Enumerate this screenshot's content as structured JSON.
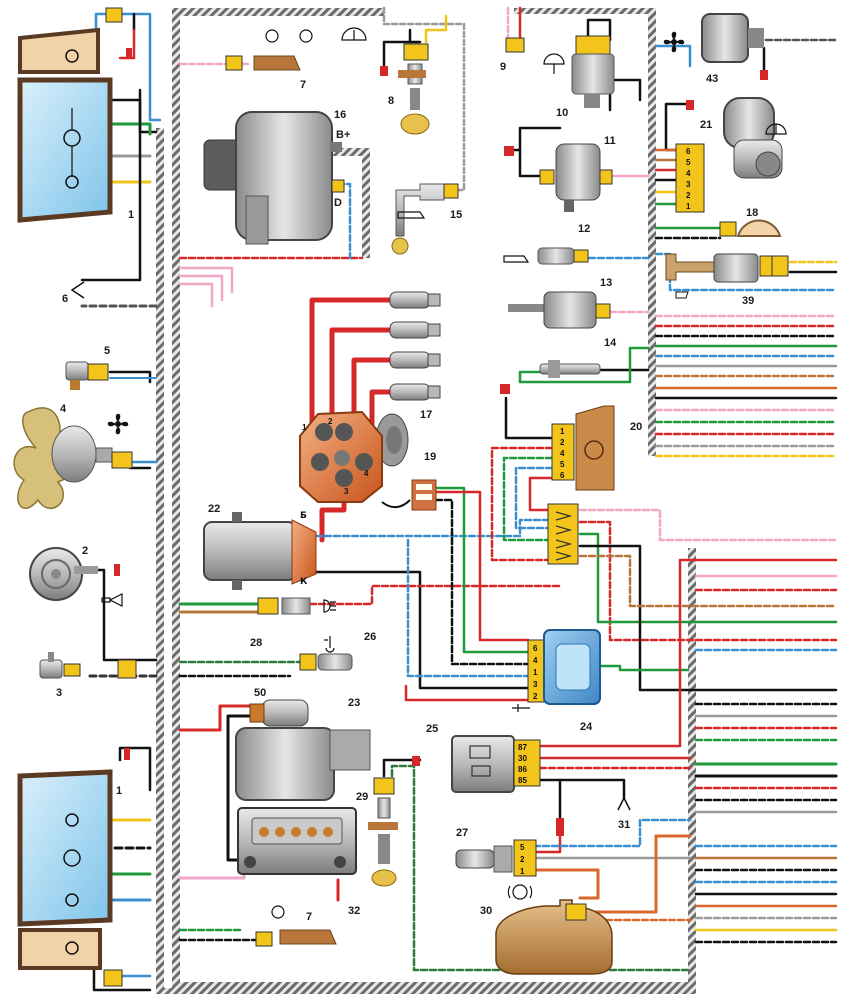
{
  "labels": {
    "n1a": "1",
    "n1b": "1",
    "n2": "2",
    "n3": "3",
    "n4": "4",
    "n5": "5",
    "n6": "6",
    "n7a": "7",
    "n7b": "7",
    "n8": "8",
    "n9": "9",
    "n10": "10",
    "n11": "11",
    "n12": "12",
    "n13": "13",
    "n14": "14",
    "n15": "15",
    "n16": "16",
    "n17": "17",
    "n18": "18",
    "n19": "19",
    "n20": "20",
    "n21": "21",
    "n22": "22",
    "n23": "23",
    "n24": "24",
    "n25": "25",
    "n26": "26",
    "n27": "27",
    "n28": "28",
    "n29": "29",
    "n30": "30",
    "n31": "31",
    "n32": "32",
    "n39": "39",
    "n43": "43",
    "n50": "50"
  },
  "terminals": {
    "bplus": "B+",
    "d": "D",
    "coil_b": "Б",
    "coil_k": "К",
    "dist": [
      "1",
      "2",
      "3",
      "4"
    ],
    "relay": [
      "87",
      "30",
      "86",
      "85"
    ],
    "module": [
      "6",
      "4",
      "1",
      "3",
      "2"
    ],
    "sw20": [
      "1",
      "2",
      "4",
      "5",
      "6"
    ],
    "conn21": [
      "6",
      "5",
      "4",
      "3",
      "2",
      "1"
    ],
    "conn27": [
      "5",
      "2",
      "1"
    ]
  },
  "colors": {
    "black": "#111111",
    "red": "#d62828",
    "blue": "#3a8fd0",
    "green": "#1f9a3a",
    "pink": "#f2a6c8",
    "brown": "#b8763a",
    "yellow": "#f0c419",
    "gray": "#9a9a9a",
    "harness": "#6b6b6b",
    "orange": "#d9682a",
    "connector": "#f3c41a"
  },
  "icons": [
    "fan-icon",
    "wiper-icon",
    "lamp-icon",
    "horn-icon",
    "temperature-icon",
    "oil-icon",
    "brake-icon",
    "washer-icon"
  ]
}
